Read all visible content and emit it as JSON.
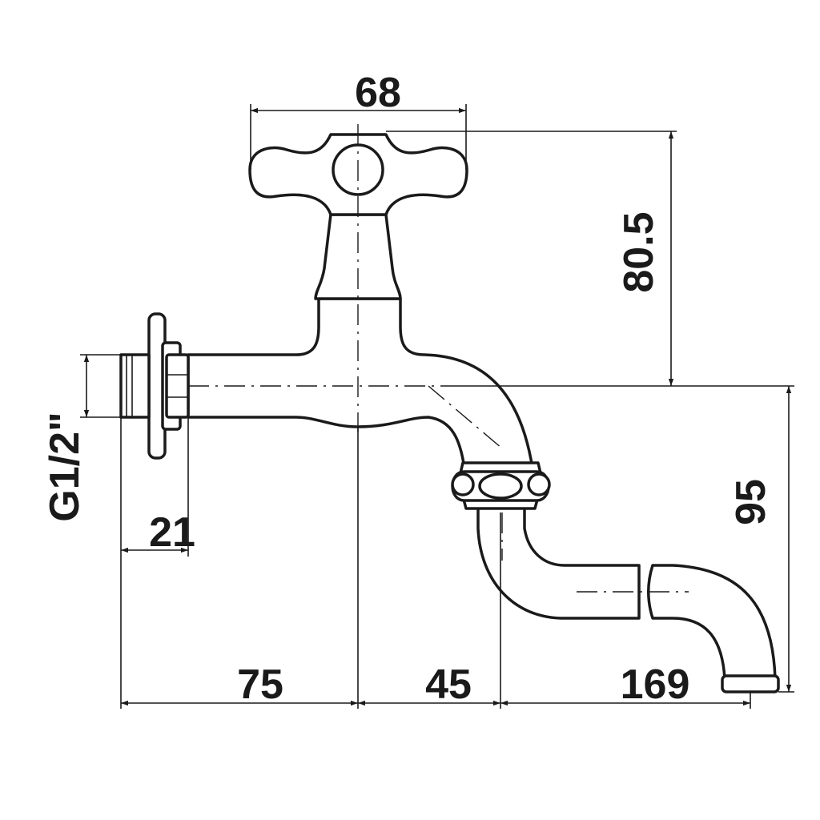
{
  "dimensions": {
    "handle_width": "68",
    "height_top_to_axis": "80.5",
    "height_axis_to_outlet": "95",
    "thread": "G1/2\"",
    "thread_length": "21",
    "dist_inlet_to_stem": "75",
    "dist_stem_to_joint": "45",
    "dist_joint_to_outlet": "169"
  },
  "colors": {
    "line": "#1a1a1a",
    "background": "#ffffff"
  }
}
